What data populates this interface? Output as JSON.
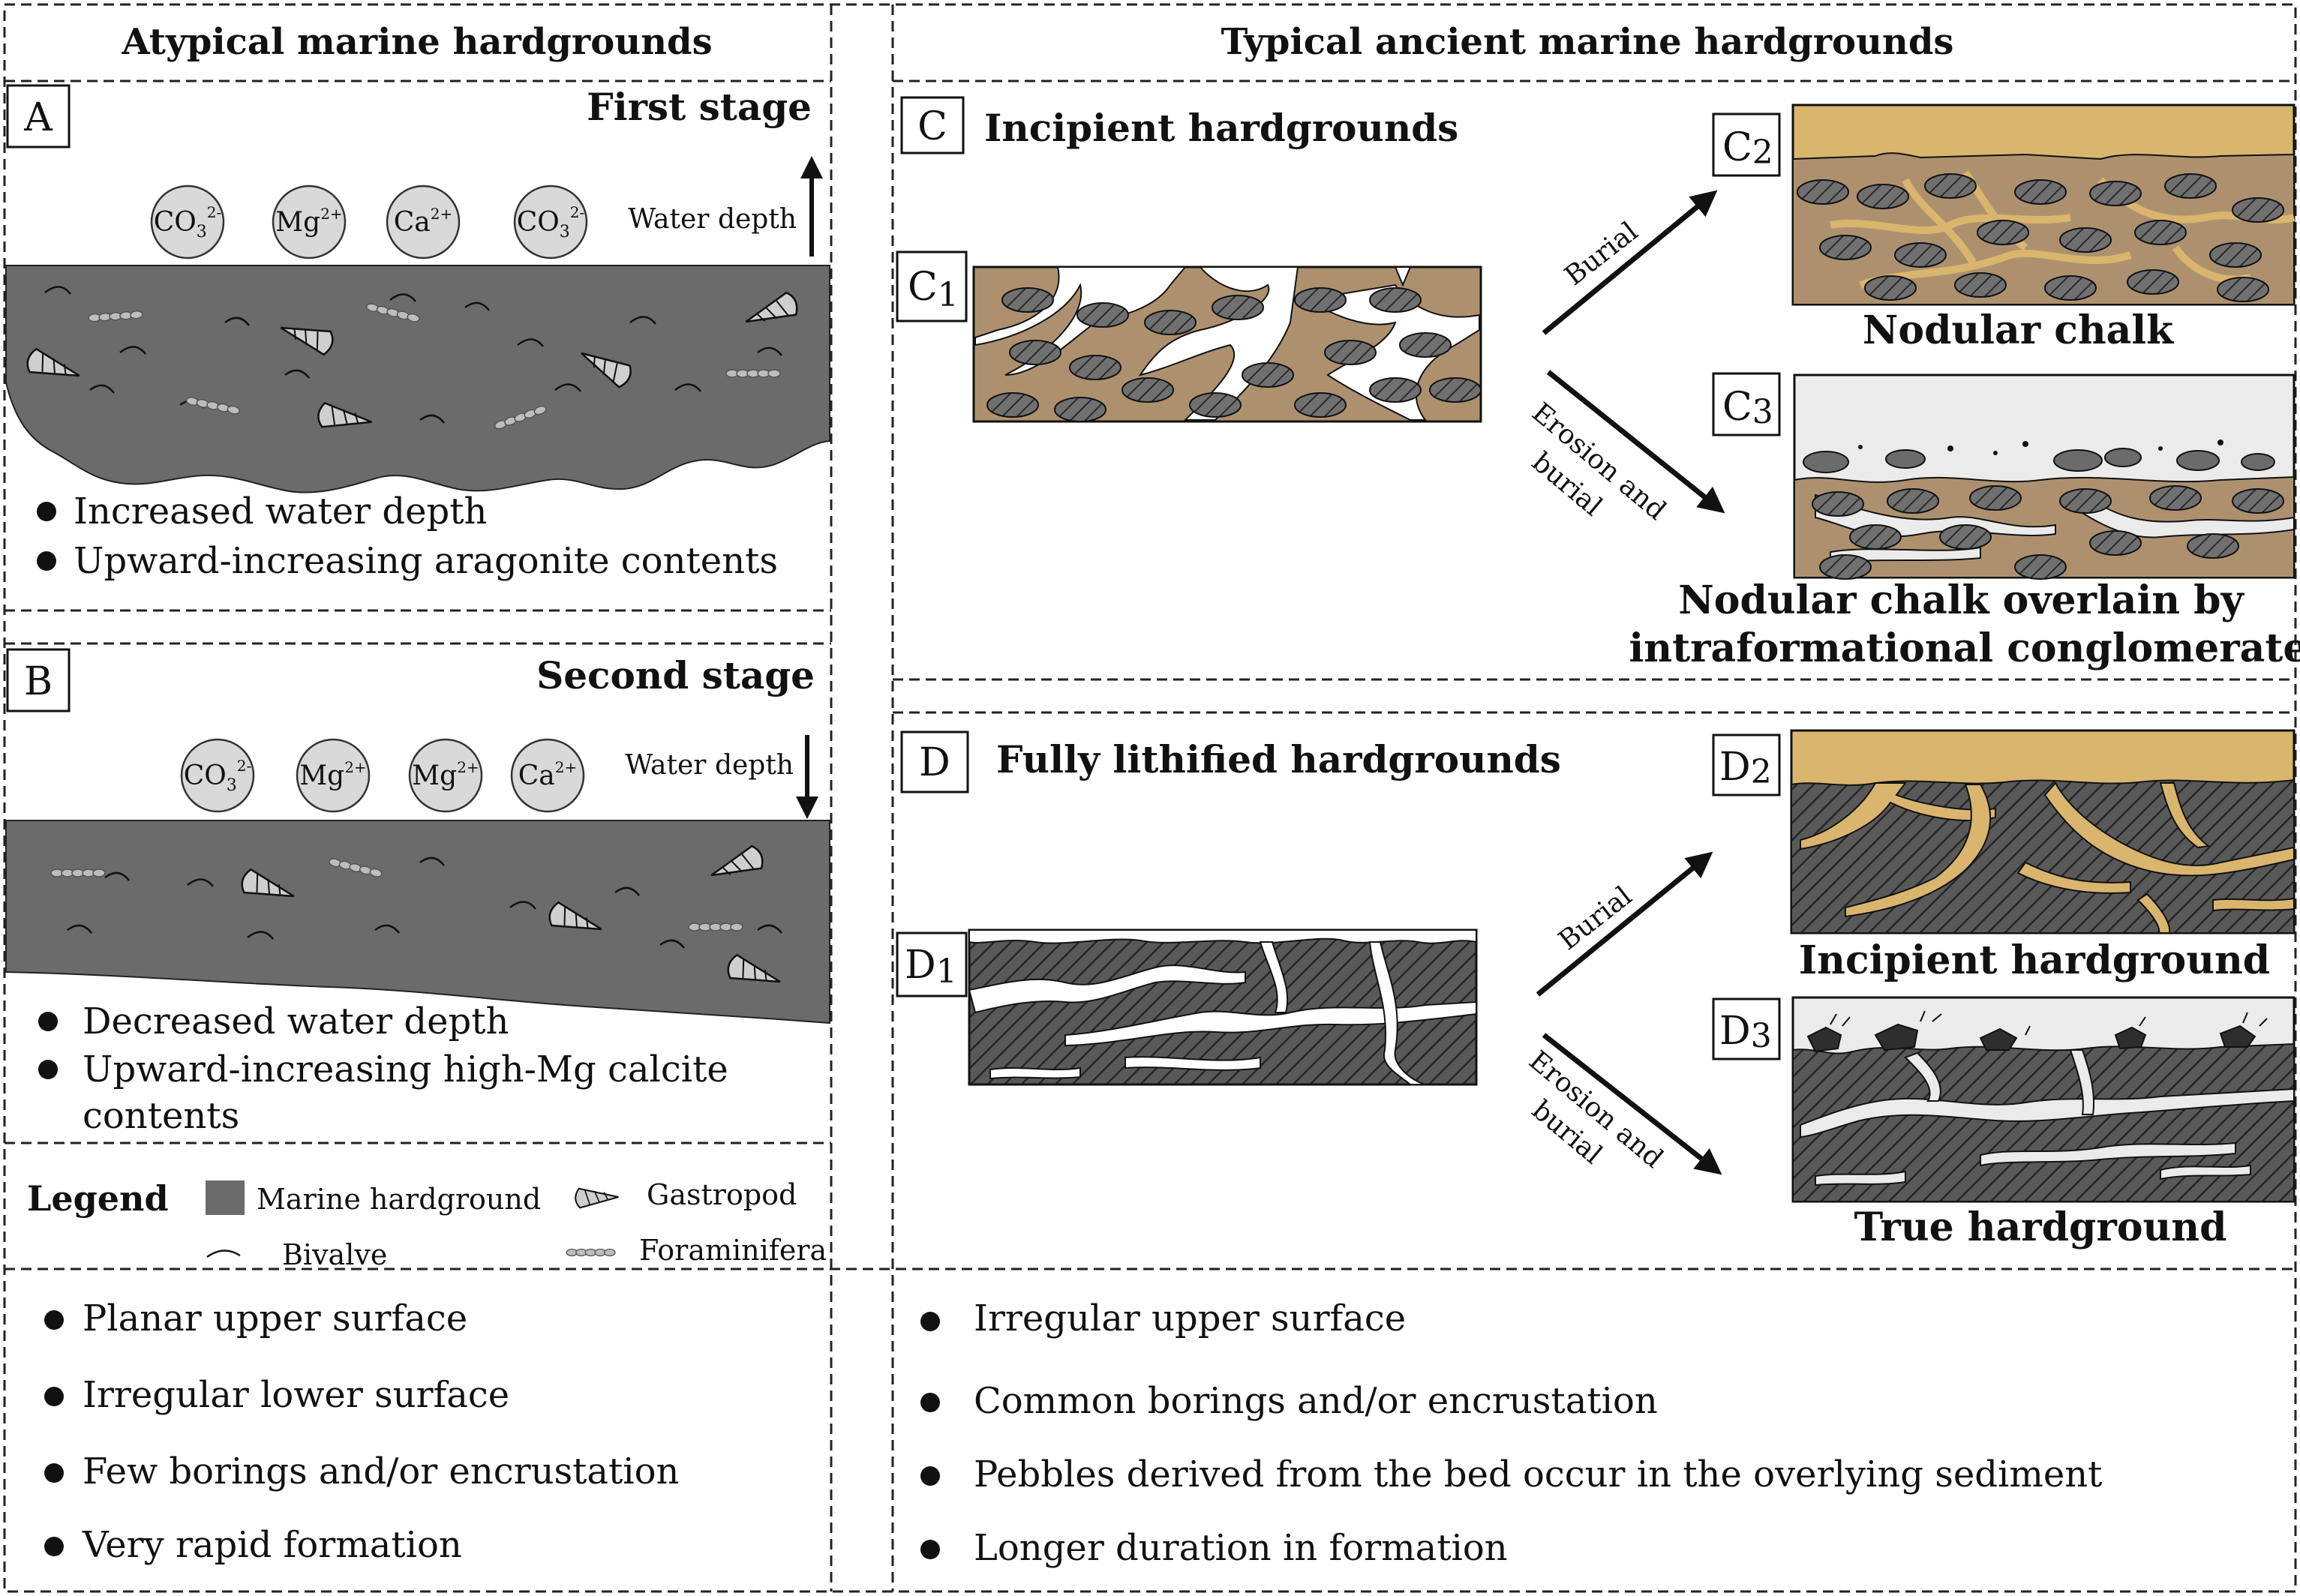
{
  "headers": {
    "left": "Atypical marine hardgrounds",
    "right": "Typical ancient marine hardgrounds"
  },
  "panel_A": {
    "letter": "A",
    "stage": "First stage",
    "water_depth": "Water depth",
    "water_depth_direction": "up",
    "bullets": [
      "Increased water depth",
      "Upward-increasing aragonite contents"
    ]
  },
  "panel_B": {
    "letter": "B",
    "stage": "Second stage",
    "water_depth": "Water depth",
    "water_depth_direction": "down",
    "bullets": [
      "Decreased water depth",
      "Upward-increasing high-Mg calcite",
      "contents"
    ]
  },
  "ions_A": [
    {
      "base": "CO",
      "sub": "3",
      "sup": "2-"
    },
    {
      "base": "Mg",
      "sub": "",
      "sup": "2+"
    },
    {
      "base": "Ca",
      "sub": "",
      "sup": "2+"
    },
    {
      "base": "CO",
      "sub": "3",
      "sup": "2-"
    }
  ],
  "ions_B": [
    {
      "base": "CO",
      "sub": "3",
      "sup": "2-"
    },
    {
      "base": "Mg",
      "sub": "",
      "sup": "2+"
    },
    {
      "base": "Mg",
      "sub": "",
      "sup": "2+"
    },
    {
      "base": "Ca",
      "sub": "",
      "sup": "2+"
    }
  ],
  "legend": {
    "title": "Legend",
    "items": [
      "Marine hardground",
      "Gastropod",
      "Bivalve",
      "Foraminifera"
    ]
  },
  "panel_C": {
    "letter": "C",
    "title": "Incipient hardgrounds",
    "c1": {
      "base": "C",
      "sub": "1"
    },
    "c2": {
      "base": "C",
      "sub": "2"
    },
    "c3": {
      "base": "C",
      "sub": "3"
    },
    "burial": "Burial",
    "erosion_1": "Erosion and",
    "erosion_2": "burial",
    "c2_caption": "Nodular chalk",
    "c3_caption_1": "Nodular chalk overlain by",
    "c3_caption_2": "intraformational conglomerate"
  },
  "panel_D": {
    "letter": "D",
    "title": "Fully lithified hardgrounds",
    "d1": {
      "base": "D",
      "sub": "1"
    },
    "d2": {
      "base": "D",
      "sub": "2"
    },
    "d3": {
      "base": "D",
      "sub": "3"
    },
    "burial": "Burial",
    "erosion_1": "Erosion and",
    "erosion_2": "burial",
    "d2_caption": "Incipient hardground",
    "d3_caption": "True hardground"
  },
  "bottom_left": [
    "Planar upper surface",
    "Irregular lower surface",
    "Few borings and/or encrustation",
    "Very rapid formation"
  ],
  "bottom_right": [
    "Irregular upper surface",
    "Common borings and/or encrustation",
    "Pebbles derived from the bed occur in the overlying sediment",
    "Longer duration in formation"
  ],
  "colors": {
    "hardground": "#6b6b6b",
    "chalk_matrix": "#ad916f",
    "nodule": "#707070",
    "overlying_sediment": "#d9b56e",
    "light_sediment": "#ebebeb",
    "dark_hardground": "#4a4a4a"
  }
}
